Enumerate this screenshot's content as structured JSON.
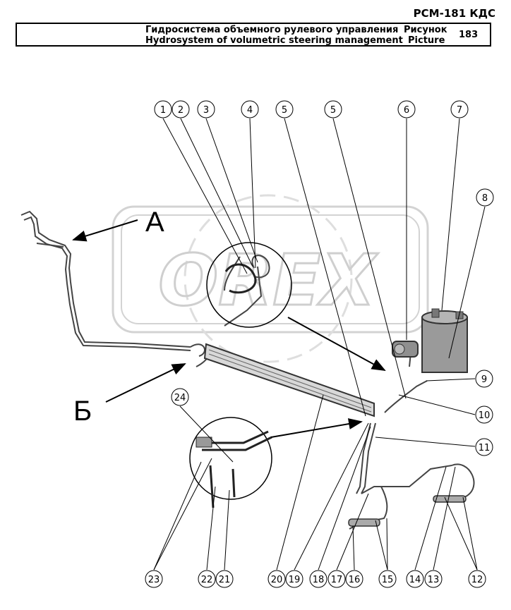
{
  "header": {
    "doc_code": "PCM-181 КДС",
    "title_ru": "Гидросистема объемного рулевого управления",
    "title_en": "Hydrosystem of volumetric steering management",
    "figure_ru": "Рисунок",
    "figure_en": "Picture",
    "figure_number": "183"
  },
  "views": {
    "a": "А",
    "b": "Б"
  },
  "callouts": {
    "c1": "1",
    "c2": "2",
    "c3": "3",
    "c4": "4",
    "c5a": "5",
    "c5b": "5",
    "c6": "6",
    "c7": "7",
    "c8": "8",
    "c9": "9",
    "c10": "10",
    "c11": "11",
    "c12": "12",
    "c13": "13",
    "c14": "14",
    "c15": "15",
    "c16": "16",
    "c17": "17",
    "c18": "18",
    "c19": "19",
    "c20": "20",
    "c21": "21",
    "c22": "22",
    "c23": "23",
    "c24": "24"
  },
  "watermark": "OREX",
  "colors": {
    "line": "#000000",
    "part": "#444444",
    "watermark": "#b0b0b0"
  }
}
